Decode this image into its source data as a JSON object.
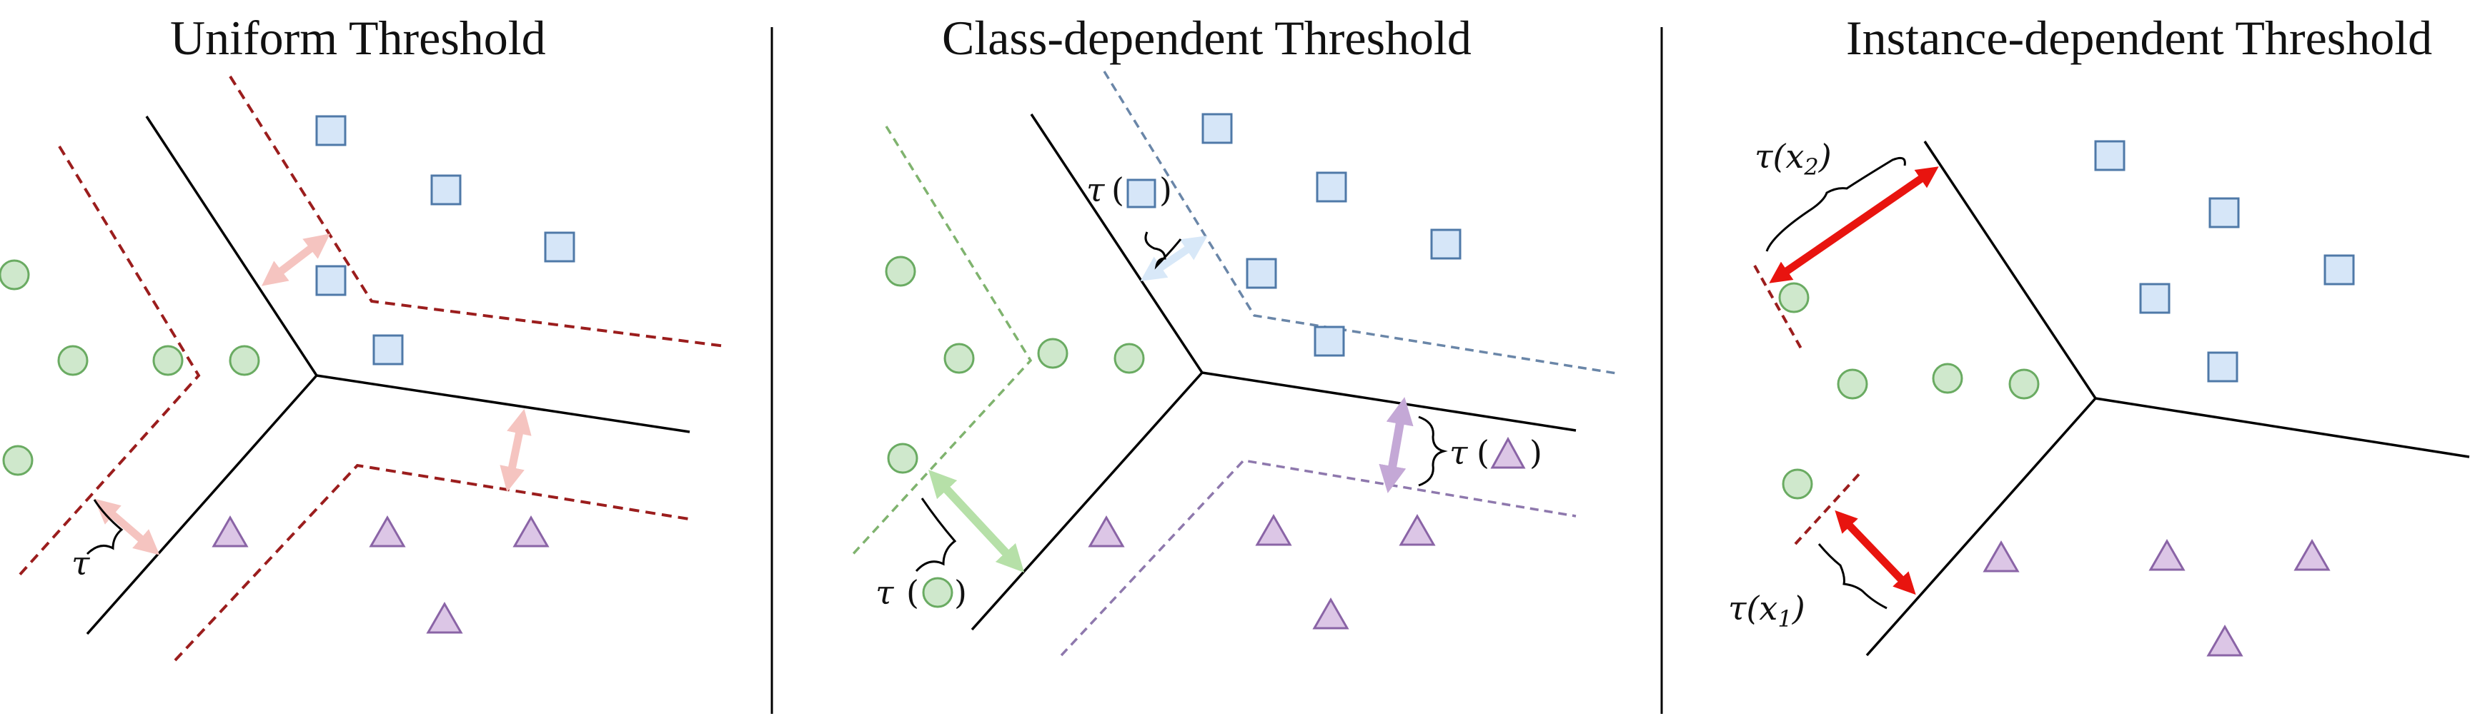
{
  "panels": [
    {
      "title": "Uniform Threshold",
      "threshold_label": "τ"
    },
    {
      "title": "Class-dependent Threshold",
      "threshold_symbol": "τ",
      "paren_open": "(",
      "paren_close": ")"
    },
    {
      "title": "Instance-dependent Threshold",
      "instance_labels": [
        {
          "symbol": "τ(x",
          "subscript": "2",
          "close": ")"
        },
        {
          "symbol": "τ(x",
          "subscript": "1",
          "close": ")"
        }
      ]
    }
  ],
  "colors": {
    "boundary": "#000000",
    "uniform_threshold": "#9b1d1d",
    "uniform_arrow": "#f5c4c0",
    "square_fill": "#d6e6f8",
    "square_stroke": "#4f79a8",
    "circle_fill": "#cfe8cc",
    "circle_stroke": "#6aab62",
    "triangle_fill": "#dcc6e6",
    "triangle_stroke": "#8a64a6",
    "green_dash": "#7fb36e",
    "blue_dash": "#6a86a8",
    "purple_dash": "#8e78ad",
    "green_arrow": "#b6e0a8",
    "blue_arrow": "#d8e8f8",
    "purple_arrow": "#c4a8d6",
    "instance_arrow": "#e8140f",
    "instance_dash": "#9b1d1d"
  }
}
